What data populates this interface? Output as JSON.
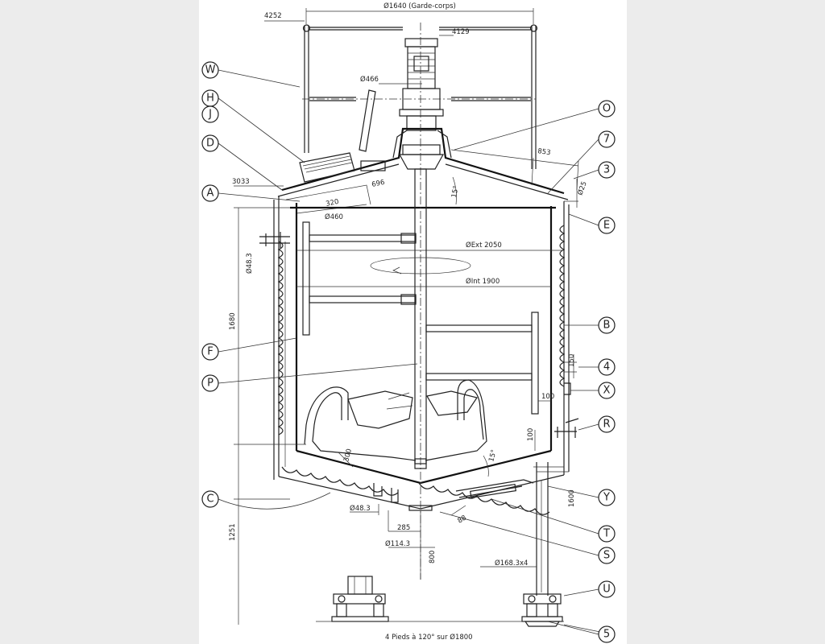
{
  "labels": {
    "W": "W",
    "H": "H",
    "J": "J",
    "D": "D",
    "A": "A",
    "F": "F",
    "P": "P",
    "C": "C",
    "O": "O",
    "7": "7",
    "3": "3",
    "E": "E",
    "B": "B",
    "4": "4",
    "X": "X",
    "R": "R",
    "Y": "Y",
    "T": "T",
    "S": "S",
    "U": "U",
    "5": "5"
  },
  "dimensions": {
    "guardrail": "Ø1640 (Garde-corps)",
    "d4252": "4252",
    "d4129": "4129",
    "d466": "Ø466",
    "d853": "853",
    "d25": "Ø25",
    "d3033": "3033",
    "d320": "320",
    "d696": "696",
    "d460": "Ø460",
    "ang15_top": "15°",
    "ext": "ØExt 2050",
    "int": "ØInt 1900",
    "d48_top": "Ø48.3",
    "h1680": "1680",
    "d150": "150",
    "d100a": "100",
    "d100b": "100",
    "d300": "300",
    "ang15_bot": "15°",
    "d48_bot": "Ø48.3",
    "d285": "285",
    "d88": "88",
    "d114": "Ø114.3",
    "h800": "800",
    "h1251": "1251",
    "h1600": "1600",
    "d168": "Ø168.3x4",
    "feet": "4 Pieds à 120° sur Ø1800"
  }
}
